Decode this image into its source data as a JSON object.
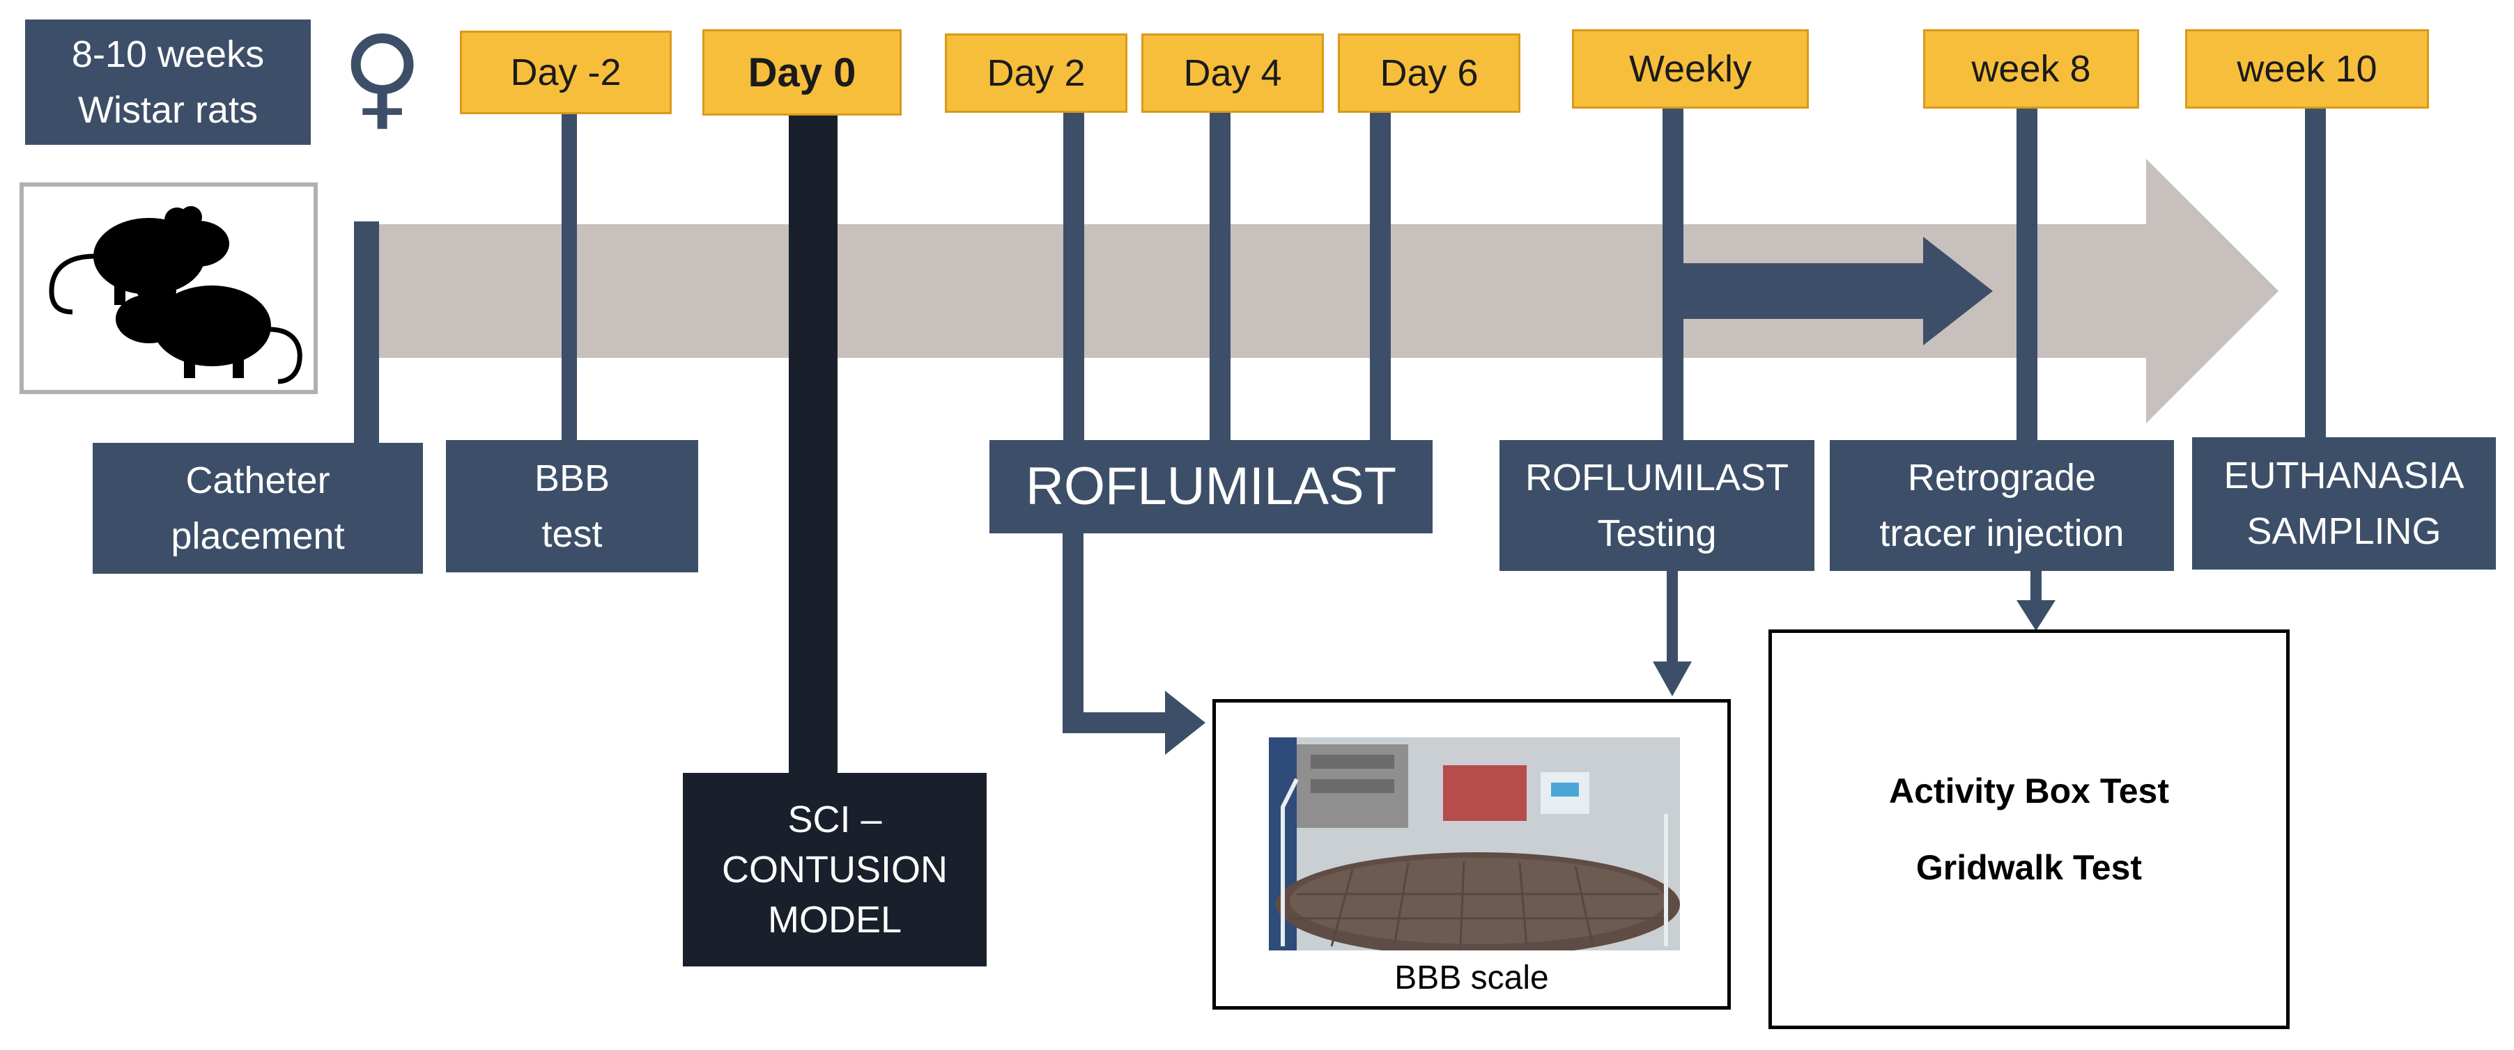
{
  "cohort": {
    "line1": "8-10 weeks",
    "line2": "Wistar rats"
  },
  "female_symbol": "♀",
  "timepoints": [
    {
      "label": "Day -2"
    },
    {
      "label": "Day 0"
    },
    {
      "label": "Day 2"
    },
    {
      "label": "Day 4"
    },
    {
      "label": "Day 6"
    },
    {
      "label": "Weekly"
    },
    {
      "label": "week 8"
    },
    {
      "label": "week 10"
    }
  ],
  "events": {
    "catheter": {
      "line1": "Catheter",
      "line2": "placement"
    },
    "bbb": {
      "line1": "BBB",
      "line2": "test"
    },
    "roflumilast": "ROFLUMILAST",
    "roflumilast_testing": {
      "line1": "ROFLUMILAST",
      "line2": "Testing"
    },
    "retrograde": {
      "line1": "Retrograde",
      "line2": "tracer injection"
    },
    "euthanasia": {
      "line1": "EUTHANASIA",
      "line2": "SAMPLING"
    },
    "sci": {
      "line1": "SCI –",
      "line2": "CONTUSION",
      "line3": "MODEL"
    }
  },
  "bbb_scale": {
    "caption": "BBB scale"
  },
  "tests": {
    "activity": "Activity Box Test",
    "gridwalk": "Gridwalk Test"
  },
  "colors": {
    "navy": "#3d4f68",
    "dark": "#1a202b",
    "yellow": "#f7be3b",
    "arrow_gray": "#c7c0bd"
  }
}
